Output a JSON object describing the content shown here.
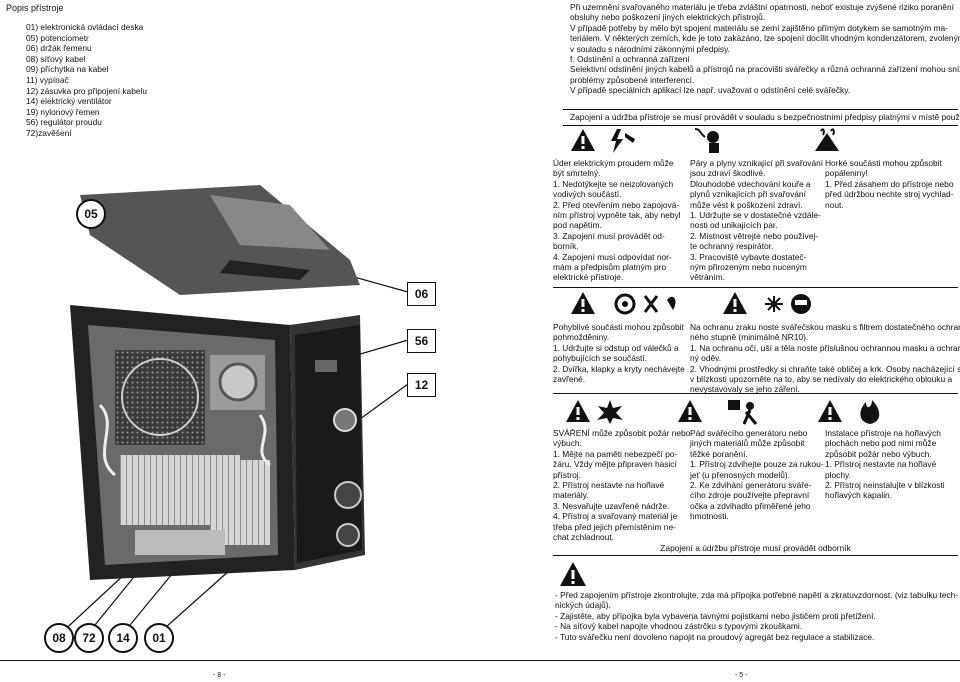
{
  "left_page": {
    "title": "Popis přístroje",
    "parts": [
      "01) elektronická ovládací deska",
      "05) potenciometr",
      "06) držák řemenu",
      "08) síťový kabel",
      "09) příchytka na kabel",
      "11) vypínač",
      "12) zásuvka pro připojení kabelu",
      "14) elektrický ventilátor",
      "19) nylonový řemen",
      "56) regulátor proudu",
      "72)zavěšení"
    ],
    "callouts": {
      "c05": "05",
      "c06": "06",
      "c56": "56",
      "c12": "12",
      "b08": "08",
      "b72": "72",
      "b14": "14",
      "b01": "01"
    },
    "page_number": "- 8 -"
  },
  "right_page": {
    "top_lines": [
      "Při uzemnění svařovaného materiálu je třeba zvláštní opatrnosti, neboť existuje zvýšené riziko poranění",
      "obsluhy nebo poškození jiných elektrických přístrojů.",
      "V případě potřeby by mělo být spojení materiálu se zemí zajištěno přímým dotykem se samotným ma-",
      "teriálem. V některých zemích, kde je toto zakázáno, lze spojení docílit vhodným kondenzátorem, zvoleným",
      "v souladu s národními zákonnými předpisy.",
      "f. Odstínění a ochranná zařízení",
      "Selektivní odstínění jiných kabelů a přístrojů na pracovišti svářečky a různá ochranná zařízení mohou snížit",
      "problémy způsobené interferencí.",
      "V případě speciálních aplikací lze např. uvažovat o odstínění celé svářečky."
    ],
    "safety_header": "Zapojení a údržba přístroje se musí provádět v souladu s bezpečnostními předpisy platnými v místě použití",
    "block1": {
      "col1": [
        "Úder elektrickým proudem může",
        "být smrtelný.",
        "1. Nedotýkejte se neizolovaných",
        "vodivých součástí.",
        "2. Před otevřením nebo zapojová-",
        "ním přístroj vypněte tak, aby nebyl",
        "pod napětím.",
        "3. Zapojení musí provádět od-",
        "borník.",
        "4. Zapojení musí odpovídat nor-",
        "mám a předpisům platným pro",
        "elektrické přístroje."
      ],
      "col2": [
        "Páry a plyny vznikající při svařování",
        "jsou zdraví škodlivé.",
        "Dlouhodobé vdechování kouře a",
        "plynů vznikajících při svařování",
        "může vést k poškození zdraví.",
        "1. Udržujte se v dostatečné vzdále-",
        "nosti od unikajících par.",
        "2. Místnost větrejte nebo používej-",
        "te ochranný respirátor.",
        "3. Pracoviště vybavte dostateč-",
        "ným přirozeným nebo nuceným",
        "větráním."
      ],
      "col3": [
        "Horké součásti mohou způsobit",
        "popáleniny!",
        "1. Před zásahem do přístroje nebo",
        "před údržbou nechte stroj vychlad-",
        "nout."
      ]
    },
    "block2": {
      "col1": [
        "Pohyblivé součásti mohou způsobit",
        "pohmožděniny.",
        "1. Udržujte si odstup od válečků a",
        "pohybujících se součástí.",
        "2. Dvířka, klapky a kryty nechávejte",
        "zavřené."
      ],
      "col2": [
        "Na ochranu zraku noste svářečskou masku s filtrem dostatečného ochran-",
        "ného stupně (minimálně NR10).",
        "1. Na ochranu očí, uší a těla noste příslušnou ochrannou masku a ochran-",
        "ný oděv.",
        "2. Vhodnými prostředky si chraňte také obličej a krk. Osoby nacházející se",
        "v blízkosti upozorněte na to, aby se nedívaly do elektrického oblouku a",
        "nevystavovaly se jeho záření."
      ]
    },
    "block3": {
      "col1": [
        "SVÁŘENÍ může způsobit požár nebo",
        "výbuch.",
        "1. Mějte na paměti nebezpečí po-",
        "žáru. Vždy mějte připraven hasicí",
        "přístroj.",
        "2. Přístroj nestavte na hořlavé",
        "materiály.",
        "3. Nesvařujte uzavřené nádrže.",
        "4. Přístroj a svařovaný materiál je",
        "třeba před jejich přemístěním ne-",
        "chat zchladnout."
      ],
      "col2": [
        "Pád svářecího generátoru nebo",
        "jiných materiálů může způsobit",
        "těžké poranění.",
        "1. Přístroj zdvihejte pouze za rukou-",
        "jeť (u přenosných modelů).",
        "2. Ke zdvihání generátoru sváře-",
        "cího zdroje používejte přepravní",
        "očka a zdvihadlo přiměřené jeho",
        "hmotnosti."
      ],
      "col3": [
        "Instalace přístroje na hořlavých",
        "plochách nebo pod nimi může",
        "způsobit požár nebo výbuch.",
        "1. Přístroj nestavte na hořlavé",
        "plochy.",
        "2. Přístroj neinstalujte v blízkosti",
        "hořlavých kapalin."
      ]
    },
    "expert_note": "Zapojení a údržbu přístroje musí provádět odborník",
    "bottom_lines": [
      "- Před zapojením přístroje zkontrolujte, zda má přípojka potřebné napětí a zkratuvzdornost. (viz tabulku tech-",
      "nických údajů).",
      "- Zajistěte, aby přípojka byla vybavena tavnými pojistkami nebo jističem proti přetížení.",
      "- Na síťový kabel napojte vhodnou zástrčku s typovými zkouškami.",
      "- Tuto svářečku není dovoleno napojit na proudový agregát bez regulace a stabilizace."
    ],
    "page_number": "- 5 -"
  }
}
